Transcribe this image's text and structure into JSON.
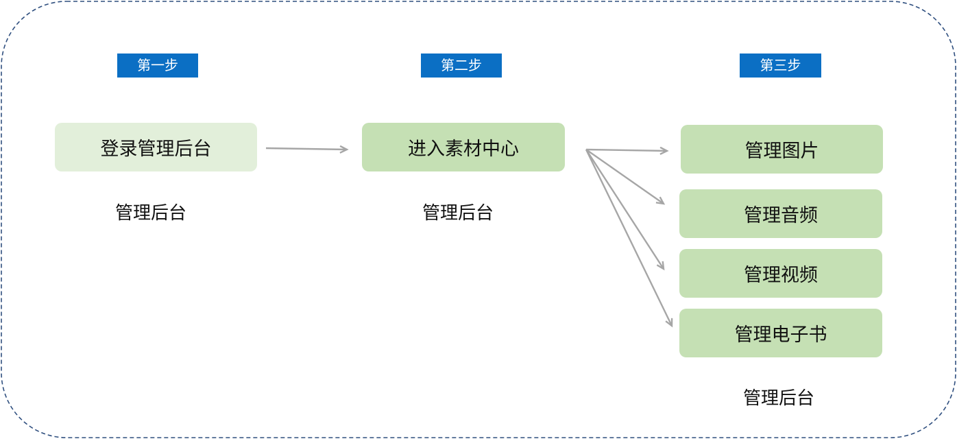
{
  "colors": {
    "border": "#2f4f7f",
    "tag_background": "#0b6fc4",
    "tag_text": "#ffffff",
    "node_light": "#e2efda",
    "node_mid": "#c5e0b4",
    "arrow": "#a6a6a6"
  },
  "steps": [
    {
      "tag": "第一步",
      "node": "登录管理后台",
      "caption": "管理后台"
    },
    {
      "tag": "第二步",
      "node": "进入素材中心",
      "caption": "管理后台"
    },
    {
      "tag": "第三步",
      "nodes": [
        "管理图片",
        "管理音频",
        "管理视频",
        "管理电子书"
      ],
      "caption": "管理后台"
    }
  ]
}
